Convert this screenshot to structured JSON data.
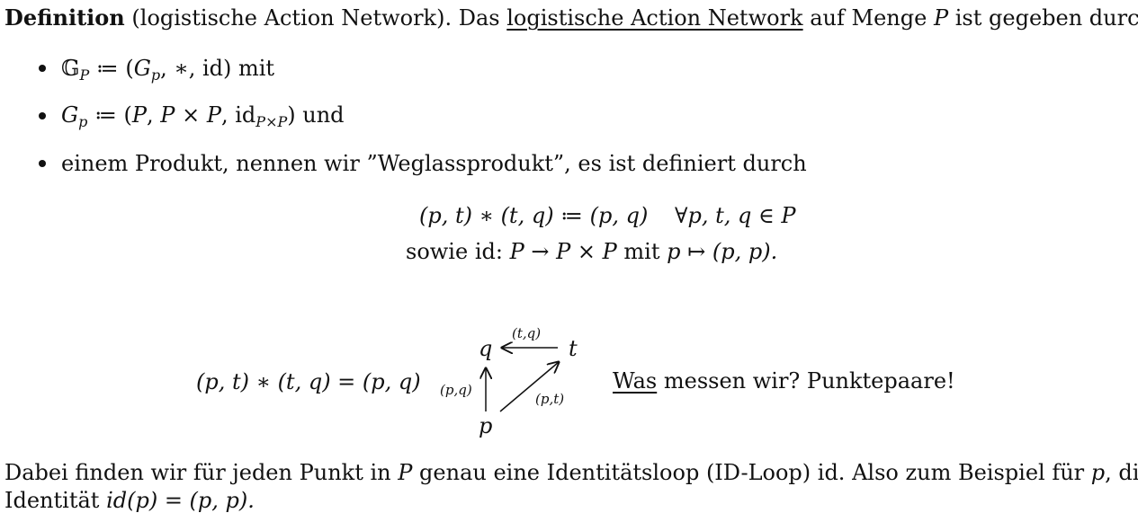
{
  "definition": {
    "label": "Definition",
    "paren": "(logistische Action Network).",
    "text_before": "Das",
    "term": "logistische Action Network",
    "text_after_1": "auf Menge",
    "set_symbol": "P",
    "text_after_2": "ist gegeben durch"
  },
  "bullets": {
    "b1": {
      "lhs": "𝔾",
      "lhs_sub": "P",
      "assign": "≔ (",
      "g": "G",
      "g_sub": "p",
      "rest": ", ∗, id)",
      "tail": "mit"
    },
    "b2": {
      "lhs": "G",
      "lhs_sub": "p",
      "assign": "≔ (",
      "p1": "P",
      "comma1": ",",
      "p2": "P",
      "times": "×",
      "p3": "P",
      "comma2": ", id",
      "id_sub": "P×P",
      "close": ")",
      "tail": "und"
    },
    "b3": {
      "text": "einem Produkt, nennen wir ”Weglassprodukt”, es ist definiert durch"
    }
  },
  "formula": {
    "line1_expr": "(p, t) ∗ (t, q) ≔ (p, q)",
    "line1_quant": "∀p, t, q ∈ P",
    "line2_word": "sowie",
    "line2_id": "id:",
    "line2_map": "P → P × P",
    "line2_mit": "mit",
    "line2_rule": "p ↦ (p, p)."
  },
  "diagram": {
    "equation": "(p, t) ∗ (t, q) = (p, q)",
    "node_q": "q",
    "node_t": "t",
    "node_p": "p",
    "label_tq": "(t,q)",
    "label_pq": "(p,q)",
    "label_pt": "(p,t)",
    "question_word": "Was",
    "question_rest": "messen wir? Punktepaare!"
  },
  "closing": {
    "line1_a": "Dabei finden wir für jeden Punkt in",
    "line1_P": "P",
    "line1_b": "genau eine Identitätsloop (ID-Loop) id. Also zum Beispiel für",
    "line1_p": "p",
    "line1_c": ", die",
    "line2_a": "Identität",
    "line2_b": "id(p) = (p, p)."
  }
}
